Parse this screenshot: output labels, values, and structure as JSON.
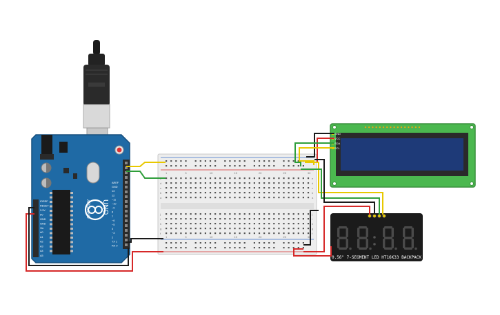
{
  "arduino": {
    "brand": "ARDUINO",
    "model": "UNO",
    "header_top": [
      "AREF",
      "GND",
      "13",
      "12",
      "~11",
      "~10",
      "~9",
      "8",
      "7",
      "~6",
      "~5",
      "4",
      "~3",
      "2",
      "TX 1",
      "RX 0"
    ],
    "header_power": [
      "IOREF",
      "RESET",
      "3.3V",
      "5V",
      "GND",
      "GND",
      "Vin"
    ],
    "header_analog": [
      "A0",
      "A1",
      "A2",
      "A3",
      "A4",
      "A5"
    ]
  },
  "breadboard": {
    "row_numbers_top": [
      "1",
      "5",
      "10",
      "15",
      "20",
      "25",
      "30"
    ],
    "row_letters": [
      "a",
      "b",
      "c",
      "d",
      "e",
      "f",
      "g",
      "h",
      "i",
      "j"
    ]
  },
  "lcd": {
    "pins": [
      "GND",
      "VCC",
      "SDA",
      "SCL"
    ]
  },
  "segment_display": {
    "caption": "0.56\" 7-SEGMENT LED HT16K33 BACKPACK",
    "digits": [
      "8",
      "8",
      "8",
      "8"
    ]
  },
  "colors": {
    "arduino_board": "#1f6aa5",
    "lcd_board": "#4bb84f",
    "lcd_screen": "#1e3a78",
    "segment_board": "#1b1b1b",
    "wire_red": "#d62828",
    "wire_black": "#1a1a1a",
    "wire_yellow": "#e8c800",
    "wire_green": "#2e9e3a"
  }
}
